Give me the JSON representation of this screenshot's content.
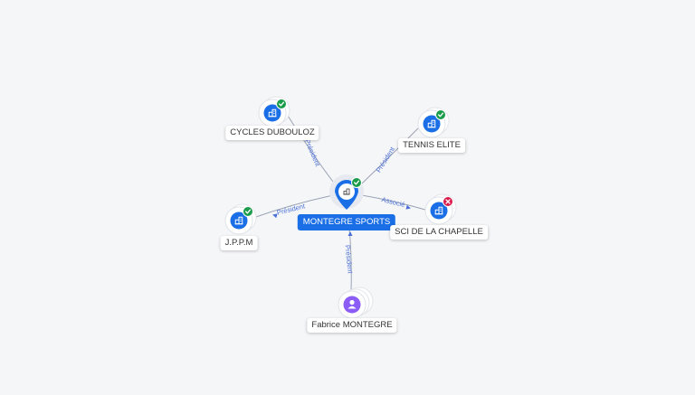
{
  "nodes": [
    {
      "id": "main",
      "label": "MONTEGRE SPORTS",
      "kind": "company",
      "status": "active",
      "central": true
    },
    {
      "id": "cycles",
      "label": "CYCLES DUBOULOZ",
      "kind": "company",
      "status": "active"
    },
    {
      "id": "tennis",
      "label": "TENNIS ELITE",
      "kind": "company",
      "status": "active"
    },
    {
      "id": "jppm",
      "label": "J.P.P.M",
      "kind": "company",
      "status": "active"
    },
    {
      "id": "sci",
      "label": "SCI DE LA CHAPELLE",
      "kind": "company",
      "status": "closed"
    },
    {
      "id": "fabrice",
      "label": "Fabrice MONTEGRE",
      "kind": "person"
    }
  ],
  "edges": [
    {
      "id": "e-cycles",
      "from": "main",
      "to": "cycles",
      "label": "Président"
    },
    {
      "id": "e-tennis",
      "from": "main",
      "to": "tennis",
      "label": "Président"
    },
    {
      "id": "e-jppm",
      "from": "main",
      "to": "jppm",
      "label": "Président"
    },
    {
      "id": "e-sci",
      "from": "main",
      "to": "sci",
      "label": "Associé"
    },
    {
      "id": "e-fabrice",
      "from": "fabrice",
      "to": "main",
      "label": "Président"
    }
  ],
  "colors": {
    "accent": "#1a6fe6",
    "active_badge": "#1a9c4a",
    "closed_badge": "#d81b4a",
    "person": "#8b5cf6",
    "edge": "#9aa3b5",
    "edge_label": "#4b6fd6"
  },
  "icons": {
    "company": "building-icon",
    "person": "person-icon",
    "active": "check-icon",
    "closed": "close-icon"
  }
}
